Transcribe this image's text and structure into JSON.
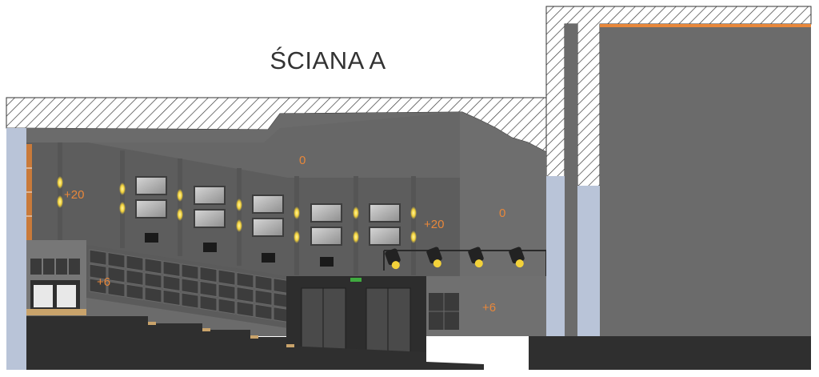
{
  "title": "ŚCIANA A",
  "levels": {
    "upper_left": "+20",
    "upper_right": "+20",
    "middle_left": "+6",
    "middle_right": "+6",
    "top_center": "0",
    "right_panel": "0"
  },
  "colors": {
    "wall": "#6b6b6b",
    "wall_dark": "#595959",
    "floor": "#2f2f2f",
    "hatch": "#444444",
    "accent_light": "#f3d23a",
    "level_label": "#e8873a",
    "column_blue": "#b9c4d8",
    "orange_strip": "#e8873a"
  }
}
